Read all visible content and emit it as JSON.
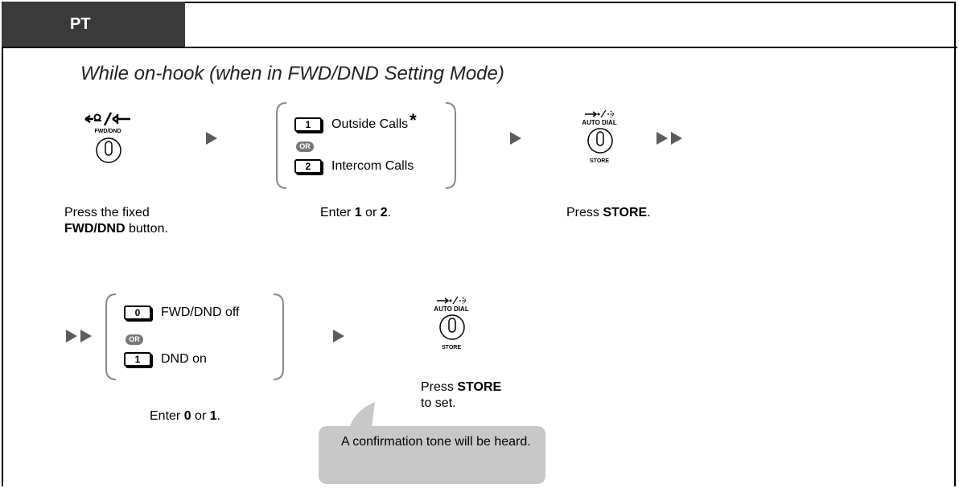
{
  "tab": {
    "label": "PT"
  },
  "heading": "While on-hook (when in FWD/DND Setting Mode)",
  "step1": {
    "button_label": "FWD/DND",
    "caption_line1": "Press the fixed",
    "caption_bold": "FWD/DND",
    "caption_rest": " button."
  },
  "step2": {
    "opt1_key": "1",
    "opt1_label": "Outside Calls",
    "asterisk": "*",
    "or_label": "OR",
    "opt2_key": "2",
    "opt2_label": "Intercom Calls",
    "caption_pre": "Enter ",
    "caption_b1": "1",
    "caption_mid": " or ",
    "caption_b2": "2",
    "caption_post": "."
  },
  "step3": {
    "button_top": "AUTO DIAL",
    "button_bottom": "STORE",
    "caption_pre": "Press ",
    "caption_bold": "STORE",
    "caption_post": "."
  },
  "step4": {
    "opt1_key": "0",
    "opt1_label": "FWD/DND off",
    "or_label": "OR",
    "opt2_key": "1",
    "opt2_label": "DND on",
    "caption_pre": "Enter ",
    "caption_b1": "0",
    "caption_mid": " or ",
    "caption_b2": "1",
    "caption_post": "."
  },
  "step5": {
    "button_top": "AUTO DIAL",
    "button_bottom": "STORE",
    "caption_pre": "Press ",
    "caption_bold": "STORE",
    "caption_line2": "to set."
  },
  "bubble": {
    "text": "A confirmation tone will be heard."
  }
}
